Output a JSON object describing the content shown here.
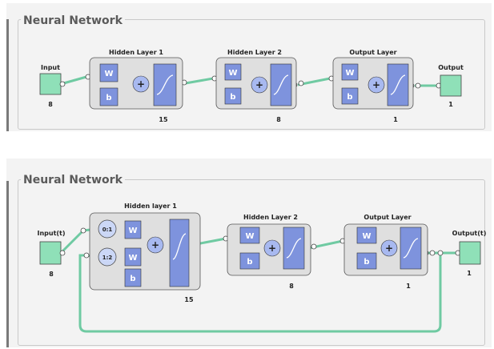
{
  "colors": {
    "io": "#8fe0b8",
    "block": "#7e93dd",
    "circle": "#a8b9f0",
    "delay": "#cbd7f6",
    "wire": "#6fcaa2",
    "layerBox": "#dfdfdf"
  },
  "diagrams": [
    {
      "panel_title": "Neural Network",
      "input": {
        "label": "Input",
        "size": "8"
      },
      "output": {
        "label": "Output",
        "size": "1"
      },
      "layers": [
        {
          "title": "Hidden Layer 1",
          "size": "15",
          "weight": "W",
          "bias": "b"
        },
        {
          "title": "Hidden Layer 2",
          "size": "8",
          "weight": "W",
          "bias": "b"
        },
        {
          "title": "Output Layer",
          "size": "1",
          "weight": "W",
          "bias": "b"
        }
      ]
    },
    {
      "panel_title": "Neural Network",
      "input": {
        "label": "Input(t)",
        "size": "8"
      },
      "output": {
        "label": "Output(t)",
        "size": "1"
      },
      "delays": [
        "0:1",
        "1:2"
      ],
      "layers": [
        {
          "title": "Hidden layer 1",
          "size": "15",
          "weight": "W",
          "bias": "b"
        },
        {
          "title": "Hidden Layer 2",
          "size": "8",
          "weight": "W",
          "bias": "b"
        },
        {
          "title": "Output Layer",
          "size": "1",
          "weight": "W",
          "bias": "b"
        }
      ]
    }
  ]
}
